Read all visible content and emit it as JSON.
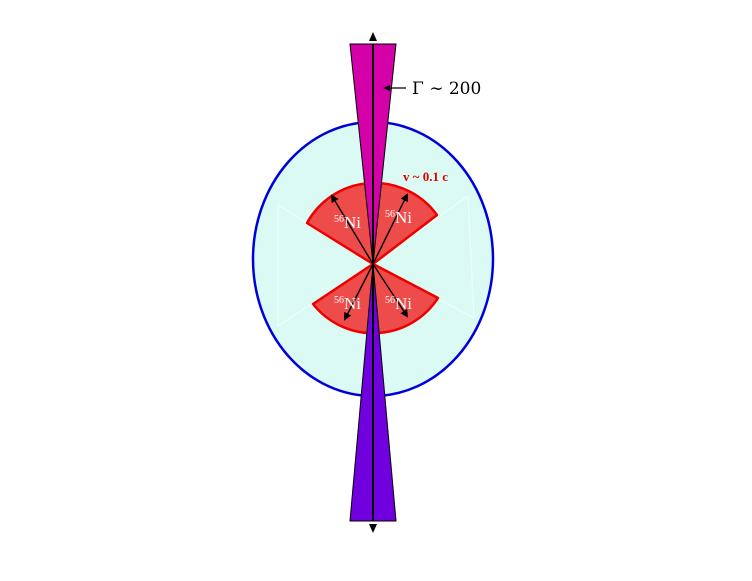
{
  "labels": {
    "gamma": "Γ ∼ 200",
    "velocity": "v ~ 0.1 c",
    "ni_mass": "56",
    "ni_element": "Ni"
  },
  "colors": {
    "background": "#ffffff",
    "envelope_fill": "#dcfaf4",
    "envelope_stroke": "#0000dd",
    "ni_fill": "#ee4b4b",
    "ni_stroke": "#ee0000",
    "jet_top": "#d400a8",
    "jet_bottom": "#7000dd",
    "velocity_text": "#dd0000",
    "ni_text": "#ffffff",
    "axis": "#000000"
  }
}
